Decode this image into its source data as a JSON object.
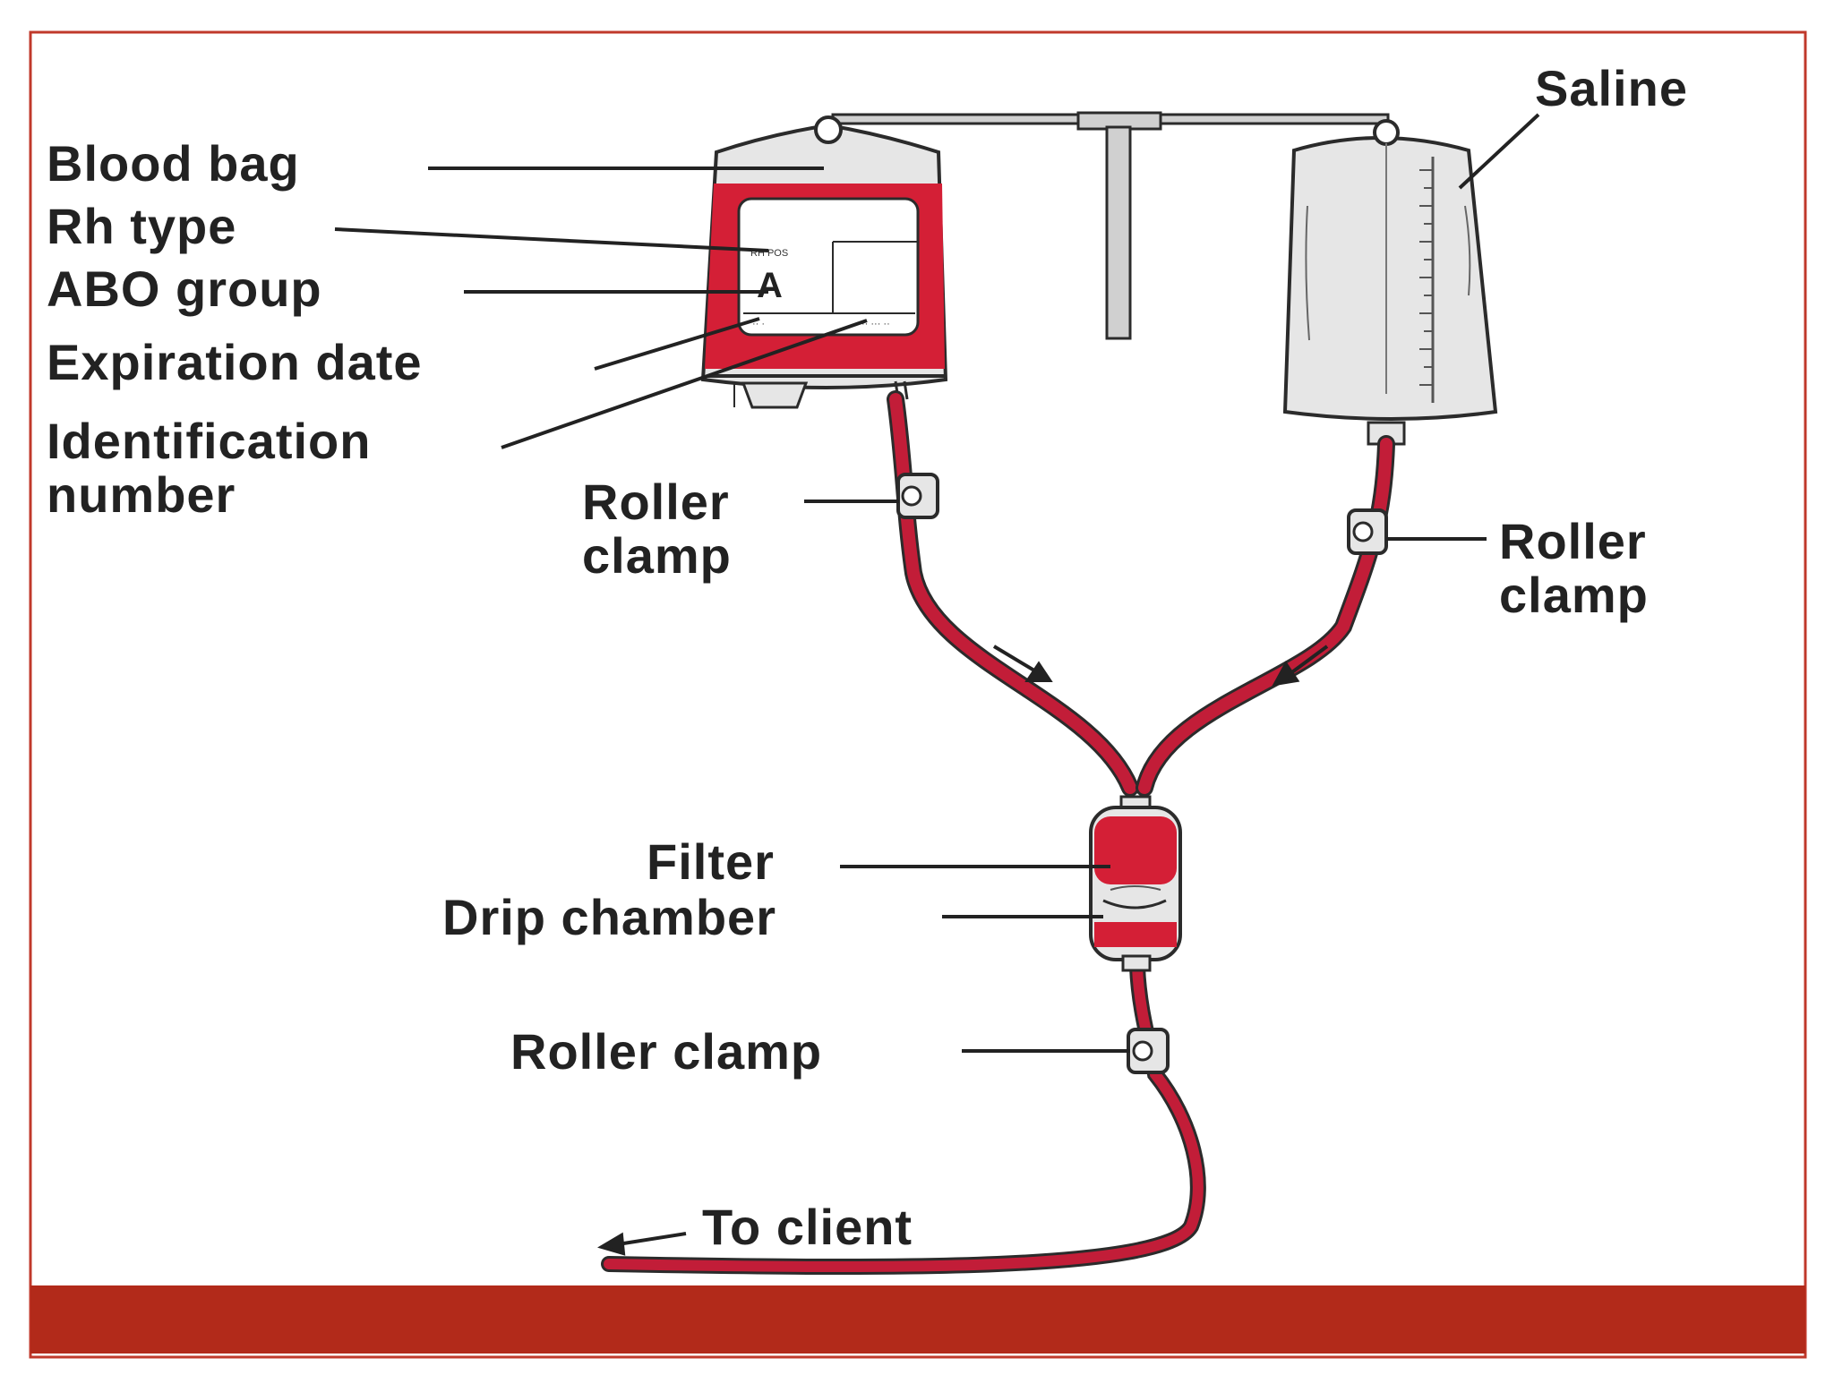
{
  "colors": {
    "frame_border": "#c0392b",
    "footer_bar": "#b22a1a",
    "blood": "#d41f36",
    "tubing": "#c21d38",
    "bag_gray": "#e6e6e6",
    "outline": "#2b2b2b"
  },
  "labels": {
    "blood_bag": "Blood bag",
    "rh_type": "Rh type",
    "abo_group": "ABO group",
    "expiration_date": "Expiration date",
    "identification_line1": "Identification",
    "identification_line2": "number",
    "saline": "Saline",
    "roller_clamp_left_line1": "Roller",
    "roller_clamp_left_line2": "clamp",
    "roller_clamp_right_line1": "Roller",
    "roller_clamp_right_line2": "clamp",
    "filter": "Filter",
    "drip_chamber": "Drip chamber",
    "roller_clamp_bottom": "Roller clamp",
    "to_client": "To client"
  },
  "bag_label": {
    "abo_letter": "A"
  },
  "icons": {
    "clamp": "roller-clamp-icon",
    "arrow": "flow-arrow-icon"
  }
}
